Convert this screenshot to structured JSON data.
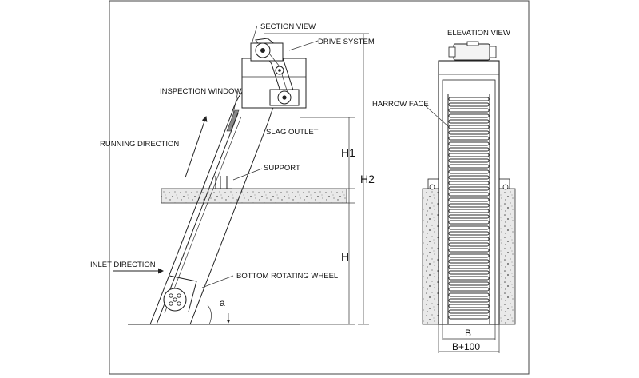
{
  "labels": {
    "section_view": "SECTION VIEW",
    "drive_system": "DRIVE SYSTEM",
    "inspection_window": "INSPECTION WINDOW",
    "running_direction": "RUNNING DIRECTION",
    "slag_outlet": "SLAG OUTLET",
    "support": "SUPPORT",
    "inlet_direction": "INLET DIRECTION",
    "bottom_rotating_wheel": "BOTTOM ROTATING WHEEL",
    "elevation_view": "ELEVATION VIEW",
    "harrow_face": "HARROW FACE"
  },
  "dimensions": {
    "h1": "H1",
    "h2": "H2",
    "h": "H",
    "angle": "a",
    "width_b": "B",
    "width_b100": "B+100"
  },
  "colors": {
    "line": "#222222",
    "concrete": "#e4e4e4",
    "grid": "#2a2a2a",
    "background": "#ffffff"
  }
}
